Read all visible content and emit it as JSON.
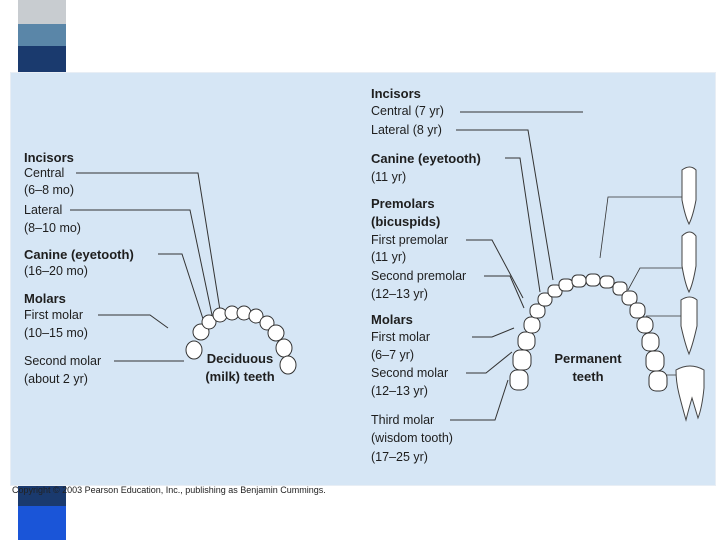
{
  "deciduous": {
    "incisors_heading": "Incisors",
    "central": "Central",
    "central_age": "(6–8 mo)",
    "lateral": "Lateral",
    "lateral_age": "(8–10 mo)",
    "canine": "Canine (eyetooth)",
    "canine_age": "(16–20 mo)",
    "molars_heading": "Molars",
    "first_molar": "First molar",
    "first_molar_age": "(10–15 mo)",
    "second_molar": "Second molar",
    "second_molar_age": "(about 2 yr)",
    "arch_label_1": "Deciduous",
    "arch_label_2": "(milk) teeth"
  },
  "permanent": {
    "incisors_heading": "Incisors",
    "central": "Central (7 yr)",
    "lateral": "Lateral (8 yr)",
    "canine": "Canine (eyetooth)",
    "canine_age": "(11 yr)",
    "premolars_heading": "Premolars",
    "premolars_sub": "(bicuspids)",
    "first_premolar": "First premolar",
    "first_premolar_age": "(11 yr)",
    "second_premolar": "Second premolar",
    "second_premolar_age": "(12–13 yr)",
    "molars_heading": "Molars",
    "first_molar": "First molar",
    "first_molar_age": "(6–7 yr)",
    "second_molar": "Second molar",
    "second_molar_age": "(12–13 yr)",
    "third_molar": "Third molar",
    "third_molar_sub": "(wisdom tooth)",
    "third_molar_age": "(17–25 yr)",
    "arch_label_1": "Permanent",
    "arch_label_2": "teeth"
  },
  "copyright": "Copyright © 2003 Pearson Education, Inc., publishing as Benjamin Cummings.",
  "colors": {
    "panel": "#d6e6f5",
    "deco_dark": "#1a3a6e",
    "deco_mid": "#5a86a8",
    "deco_bright": "#1a55d8",
    "deco_light": "#c4c8cc"
  }
}
